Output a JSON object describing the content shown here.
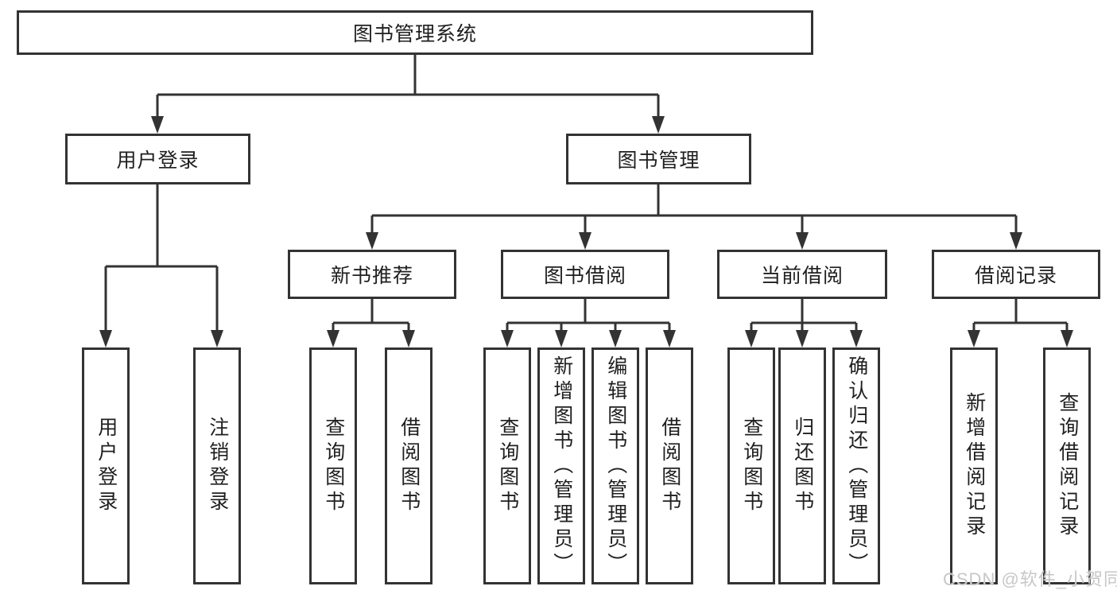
{
  "diagram": {
    "root": {
      "label": "图书管理系统"
    },
    "children": [
      {
        "label": "用户登录",
        "children": [
          {
            "label": "用户登录"
          },
          {
            "label": "注销登录"
          }
        ]
      },
      {
        "label": "图书管理",
        "children": [
          {
            "label": "新书推荐",
            "children": [
              {
                "label": "查询图书"
              },
              {
                "label": "借阅图书"
              }
            ]
          },
          {
            "label": "图书借阅",
            "children": [
              {
                "label": "查询图书"
              },
              {
                "label": "新增图书（管理员）"
              },
              {
                "label": "编辑图书（管理员）"
              },
              {
                "label": "借阅图书"
              }
            ]
          },
          {
            "label": "当前借阅",
            "children": [
              {
                "label": "查询图书"
              },
              {
                "label": "归还图书"
              },
              {
                "label": "确认归还（管理员）"
              }
            ]
          },
          {
            "label": "借阅记录",
            "children": [
              {
                "label": "新增借阅记录"
              },
              {
                "label": "查询借阅记录"
              }
            ]
          }
        ]
      }
    ]
  },
  "watermark": {
    "text": "CSDN @软件_小贺同学"
  },
  "colors": {
    "line": "#333333",
    "box_border": "#333333",
    "text": "#1f1f1f",
    "watermark": "#c7c7c7",
    "background": "#ffffff"
  }
}
